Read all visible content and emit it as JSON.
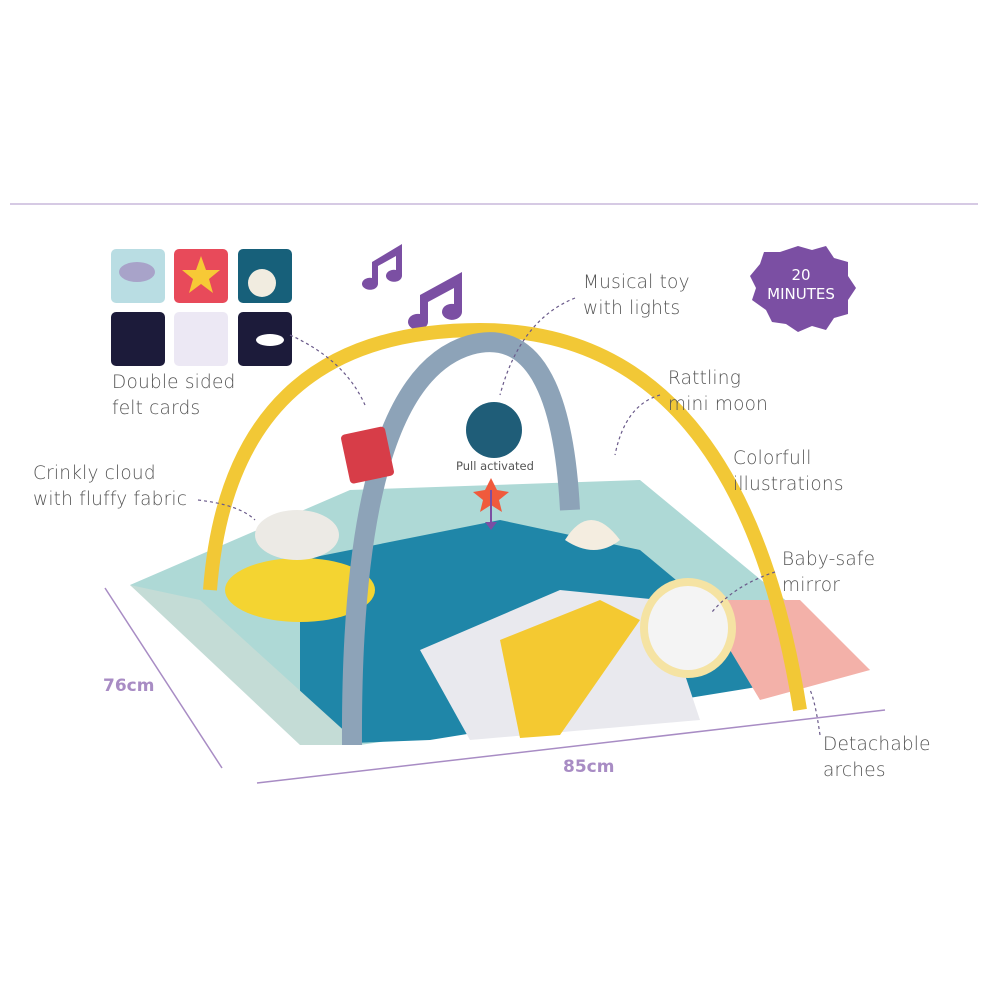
{
  "labels": {
    "felt_cards": [
      "Double sided",
      "felt cards"
    ],
    "musical_toy": [
      "Musical toy",
      "with lights"
    ],
    "rattling_moon": [
      "Rattling",
      "mini moon"
    ],
    "illustrations": [
      "Colorfull",
      "illustrations"
    ],
    "crinkly_cloud": [
      "Crinkly cloud",
      "with fluffy fabric"
    ],
    "pull_activated": "Pull activated",
    "mirror": [
      "Baby-safe",
      "mirror"
    ],
    "arches": [
      "Detachable",
      "arches"
    ]
  },
  "dimensions": {
    "depth": "76cm",
    "width": "85cm"
  },
  "badge": {
    "number": "20",
    "unit": "MINUTES"
  },
  "colors": {
    "accent": "#7b4fa3",
    "divider": "#c9b8dc",
    "dimension": "#a88cc4",
    "text": "#555555"
  }
}
